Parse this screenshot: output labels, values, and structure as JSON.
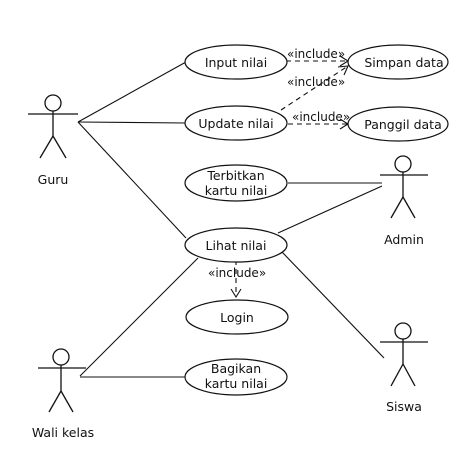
{
  "actors": {
    "guru": "Guru",
    "admin": "Admin",
    "siswa": "Siswa",
    "wali_kelas": "Wali kelas"
  },
  "use_cases": {
    "input_nilai": [
      "Input nilai"
    ],
    "update_nilai": [
      "Update nilai"
    ],
    "simpan_data": [
      "Simpan data"
    ],
    "panggil_data": [
      "Panggil data"
    ],
    "terbitkan_kartu_nilai": [
      "Terbitkan",
      "kartu nilai"
    ],
    "lihat_nilai": [
      "Lihat nilai"
    ],
    "login": [
      "Login"
    ],
    "bagikan_kartu_nilai": [
      "Bagikan",
      "kartu nilai"
    ]
  },
  "relations": {
    "include": "«include»"
  }
}
